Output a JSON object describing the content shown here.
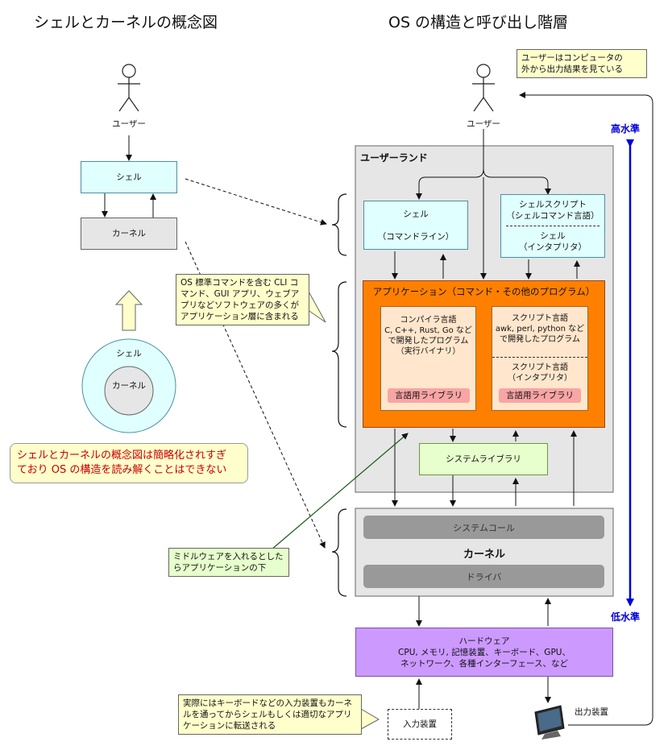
{
  "left": {
    "title": "シェルとカーネルの概念図",
    "user_label": "ユーザー",
    "shell_box": "シェル",
    "kernel_box": "カーネル",
    "circle_outer": "シェル",
    "circle_inner": "カーネル",
    "warning": "シェルとカーネルの概念図は簡略化されすぎ\nており OS の構造を読み解くことはできない"
  },
  "right": {
    "title": "OS の構造と呼び出し階層",
    "user_label": "ユーザー",
    "user_note": "ユーザーはコンピュータの\n外から出力結果を見ている",
    "userland_label": "ユーザーランド",
    "shell_box": "シェル\n\n（コマンドライン）",
    "script_box_top": "シェルスクリプト\n（シェルコマンド言語）",
    "script_box_bottom": "シェル\n（インタプリタ）",
    "app_title": "アプリケーション（コマンド・その他のプログラム）",
    "compiled_box": "コンパイラ言語\nC, C++, Rust, Go などで開発したプログラム\n（実行バイナリ）",
    "compiled_lib": "言語用ライブラリ",
    "script_lang_top": "スクリプト言語\nawk, perl, python などで開発したプログラム",
    "script_lang_bottom": "スクリプト言語\n（インタプリタ）",
    "script_lib": "言語用ライブラリ",
    "syslib": "システムライブラリ",
    "kernel_syscall": "システムコール",
    "kernel_label": "カーネル",
    "kernel_driver": "ドライバ",
    "hardware": "ハードウェア\nCPU, メモリ, 記憶装置、キーボード、GPU、\nネットワーク、各種インターフェース、など",
    "input_device": "入力装置",
    "output_device": "出力装置",
    "high_level": "高水準",
    "low_level": "低水準"
  },
  "notes": {
    "app_note": "OS 標準コマンドを含む CLI コマンド、GUI アプリ、ウェブアプリなどソフトウェアの多くがアプリケーション層に含まれる",
    "middleware_note": "ミドルウェアを入れるとしたらアプリケーションの下",
    "input_note": "実際にはキーボードなどの入力装置もカーネルを通ってからシェルもしくは適切なアプリケーションに転送される"
  },
  "colors": {
    "cyan_box": "#e0ffff",
    "gray_box": "#e6e6e6",
    "app_orange": "#ff8000",
    "inner_peach": "#ffe6cc",
    "lib_pink": "#f8a5a5",
    "syslib_green": "#e6ffcc",
    "hardware_purple": "#cc99ff",
    "note_yellow": "#ffffcc",
    "level_arrow_blue": "#0000dd",
    "warning_red": "#cc0000",
    "middleware_line": "#1a5c1a"
  }
}
